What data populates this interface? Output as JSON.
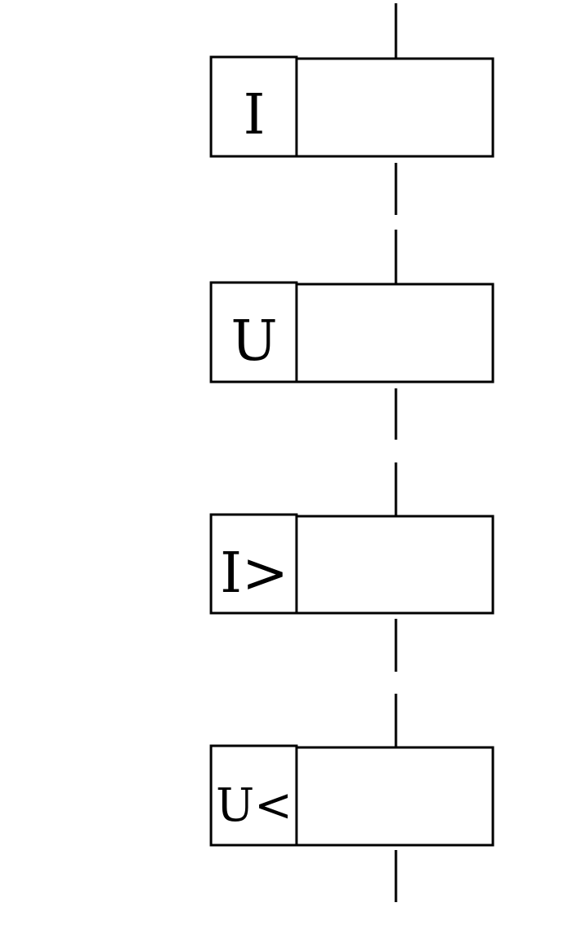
{
  "diagram": {
    "blocks": [
      {
        "symbol": "I"
      },
      {
        "symbol": "U"
      },
      {
        "symbol": "I>"
      },
      {
        "symbol": "U<"
      }
    ]
  }
}
